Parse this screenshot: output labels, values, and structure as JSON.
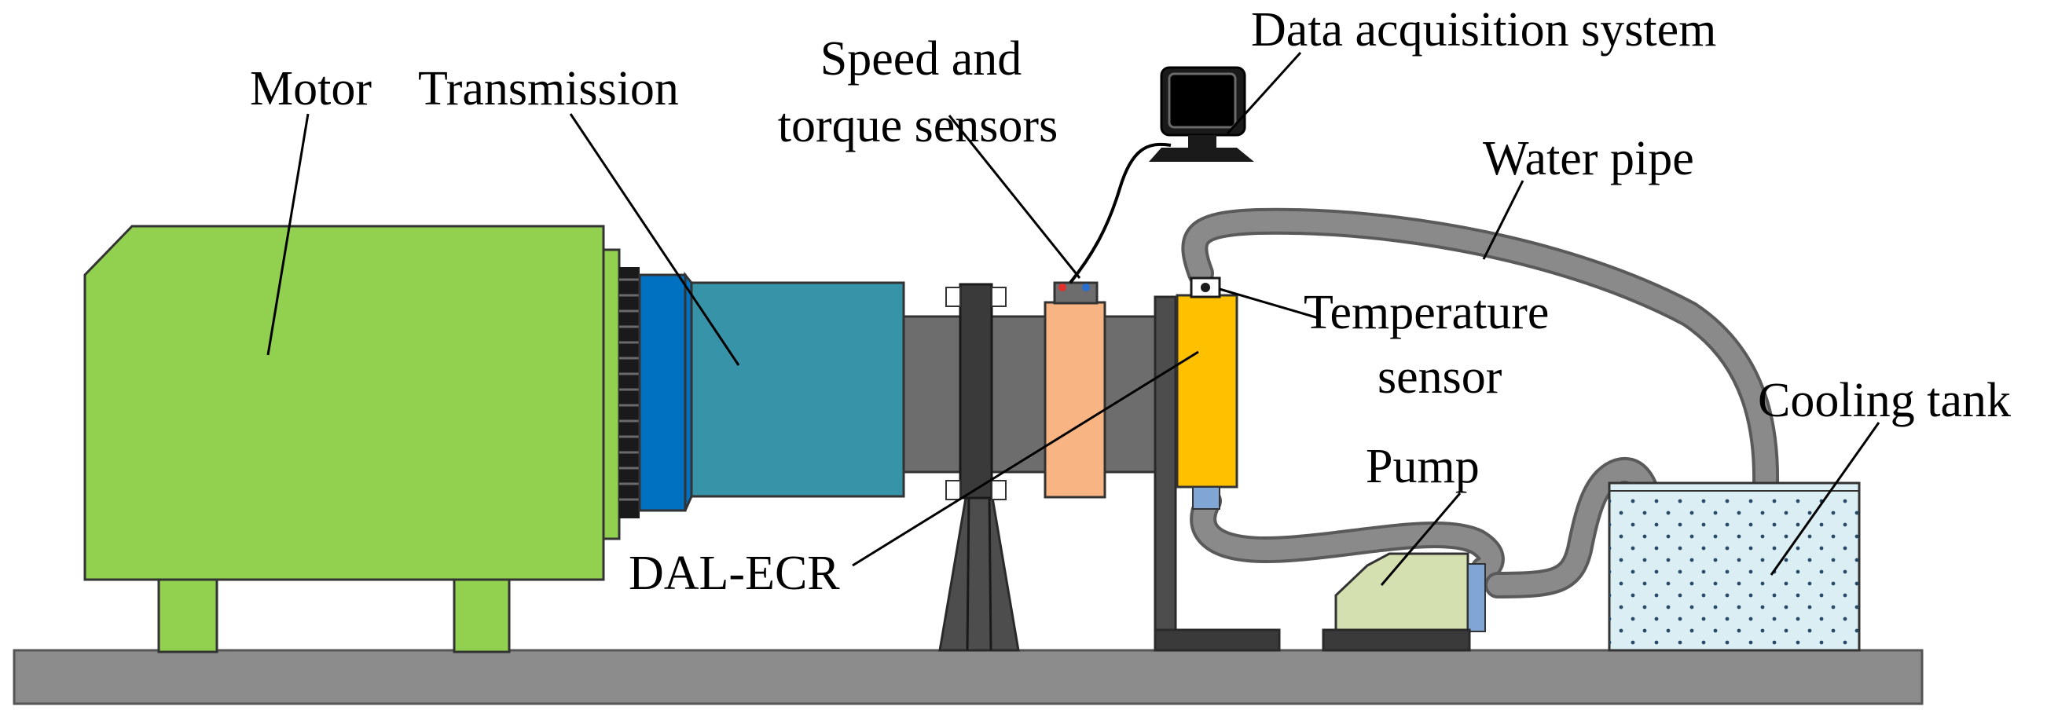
{
  "labels": {
    "motor": "Motor",
    "transmission": "Transmission",
    "speed_torque_line1": "Speed and",
    "speed_torque_line2": "torque sensors",
    "data_acquisition": "Data acquisition system",
    "water_pipe": "Water pipe",
    "temperature_line1": "Temperature",
    "temperature_line2": "sensor",
    "cooling_tank": "Cooling tank",
    "pump": "Pump",
    "dal_ecr": "DAL-ECR"
  },
  "colors": {
    "motor": "#92d050",
    "transmission_flange": "#0070c0",
    "transmission_body": "#3794a8",
    "shaft": "#6d6d6d",
    "torque_sensor": "#f8b482",
    "dal_ecr": "#ffc000",
    "pump": "#d4e0b0",
    "water_pipe": "#7f7f7f",
    "tank_water": "#dbeef3",
    "base": "#8c8c8c",
    "connector": "#7fa6d4"
  }
}
